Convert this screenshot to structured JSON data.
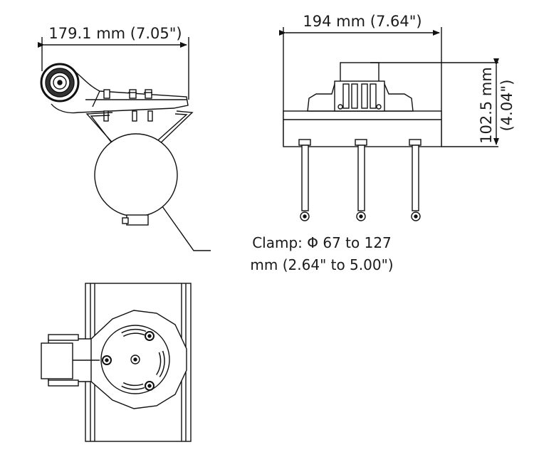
{
  "dimensions": {
    "width_side": "179.1 mm (7.05\")",
    "width_front": "194 mm (7.64\")",
    "height_mm": "102.5 mm",
    "height_in": "(4.04\")"
  },
  "clamp_note": {
    "line1": "Clamp: Φ 67 to 127",
    "line2": "mm (2.64\" to 5.00\")"
  }
}
